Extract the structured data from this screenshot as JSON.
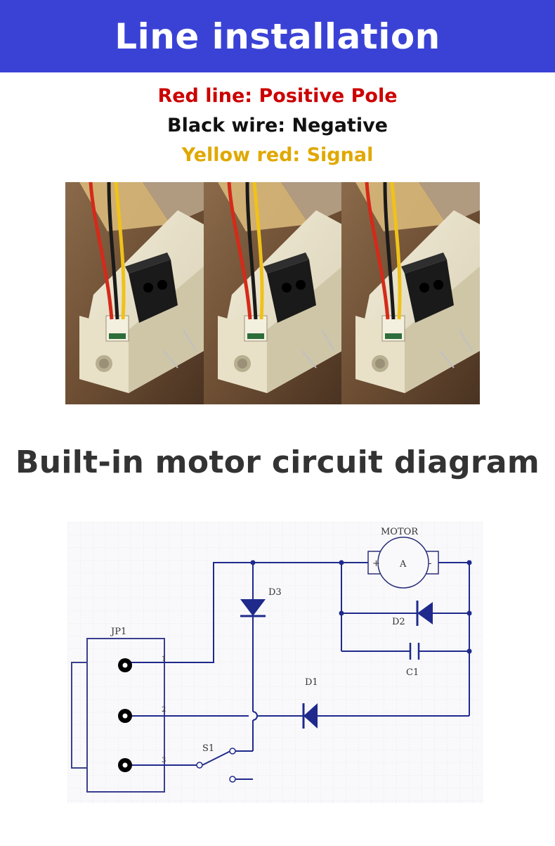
{
  "banner": {
    "title": "Line installation",
    "color": "#3a42d6"
  },
  "wire_legend": [
    {
      "text": "Red line: Positive Pole",
      "color": "#cc0000"
    },
    {
      "text": "Black wire: Negative",
      "color": "#111111"
    },
    {
      "text": "Yellow red: Signal",
      "color": "#e0a800"
    }
  ],
  "photos": [
    {
      "icon": "motor-connector-photo"
    },
    {
      "icon": "motor-connector-photo"
    },
    {
      "icon": "motor-connector-photo"
    }
  ],
  "diagram_title": "Built-in motor circuit diagram",
  "circuit": {
    "connector": {
      "label": "JP1",
      "pins": [
        "1",
        "2",
        "3"
      ]
    },
    "components": {
      "motor": "MOTOR",
      "motor_symbol": "A",
      "motor_plus": "+",
      "motor_minus": "-",
      "d1": "D1",
      "d2": "D2",
      "d3": "D3",
      "c1": "C1",
      "s1": "S1"
    },
    "line_color": "#1f2a8c"
  }
}
